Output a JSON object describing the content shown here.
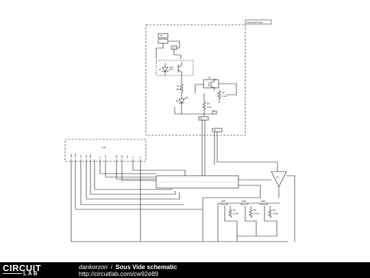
{
  "footer": {
    "logo_top": "CIRCUIT",
    "logo_bottom": "LAB",
    "author": "dankorzon",
    "separator": "/",
    "title": "Sous Vide schematic",
    "url": "http://circuitlab.com/cw92e89"
  },
  "labels": {
    "box": "Solid State Relay",
    "lcd": "LCD",
    "lcd_pins": [
      "VSS",
      "VDD",
      "V0",
      "RS",
      "RW",
      "E",
      "D4",
      "D5",
      "D6",
      "D7",
      "A",
      "K"
    ],
    "v1": "5V",
    "d1": "D1",
    "mosfet": "Q1",
    "r1": "R1",
    "r1_val": "330 Ω",
    "d2": "D2",
    "r2": "R2",
    "r2_val": "1 kΩ",
    "r3": "R3",
    "r3_val": "1 kΩ",
    "j1": "J1",
    "j2": "J2",
    "j3": "J3",
    "sw1": "SW1",
    "sw2": "SW2",
    "sw3": "SW3",
    "rb1": "R4",
    "rb2": "R5",
    "rb3": "R6",
    "rb_val": "10 kΩ",
    "amp": "U1"
  }
}
